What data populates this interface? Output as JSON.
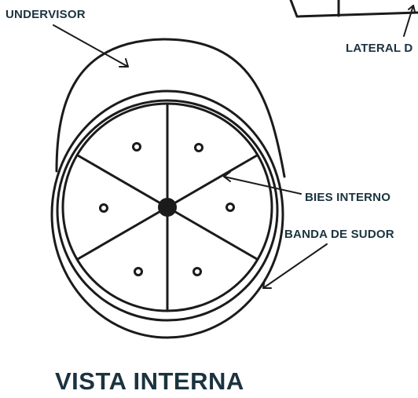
{
  "labels": {
    "undervisor": "UNDERVISOR",
    "lateral": "LATERAL D",
    "bies_interno": "BIES INTERNO",
    "banda_de_sudor": "BANDA DE SUDOR"
  },
  "title": "VISTA INTERNA",
  "colors": {
    "line": "#1b1b1b",
    "text": "#1b3340",
    "background": "#ffffff"
  }
}
